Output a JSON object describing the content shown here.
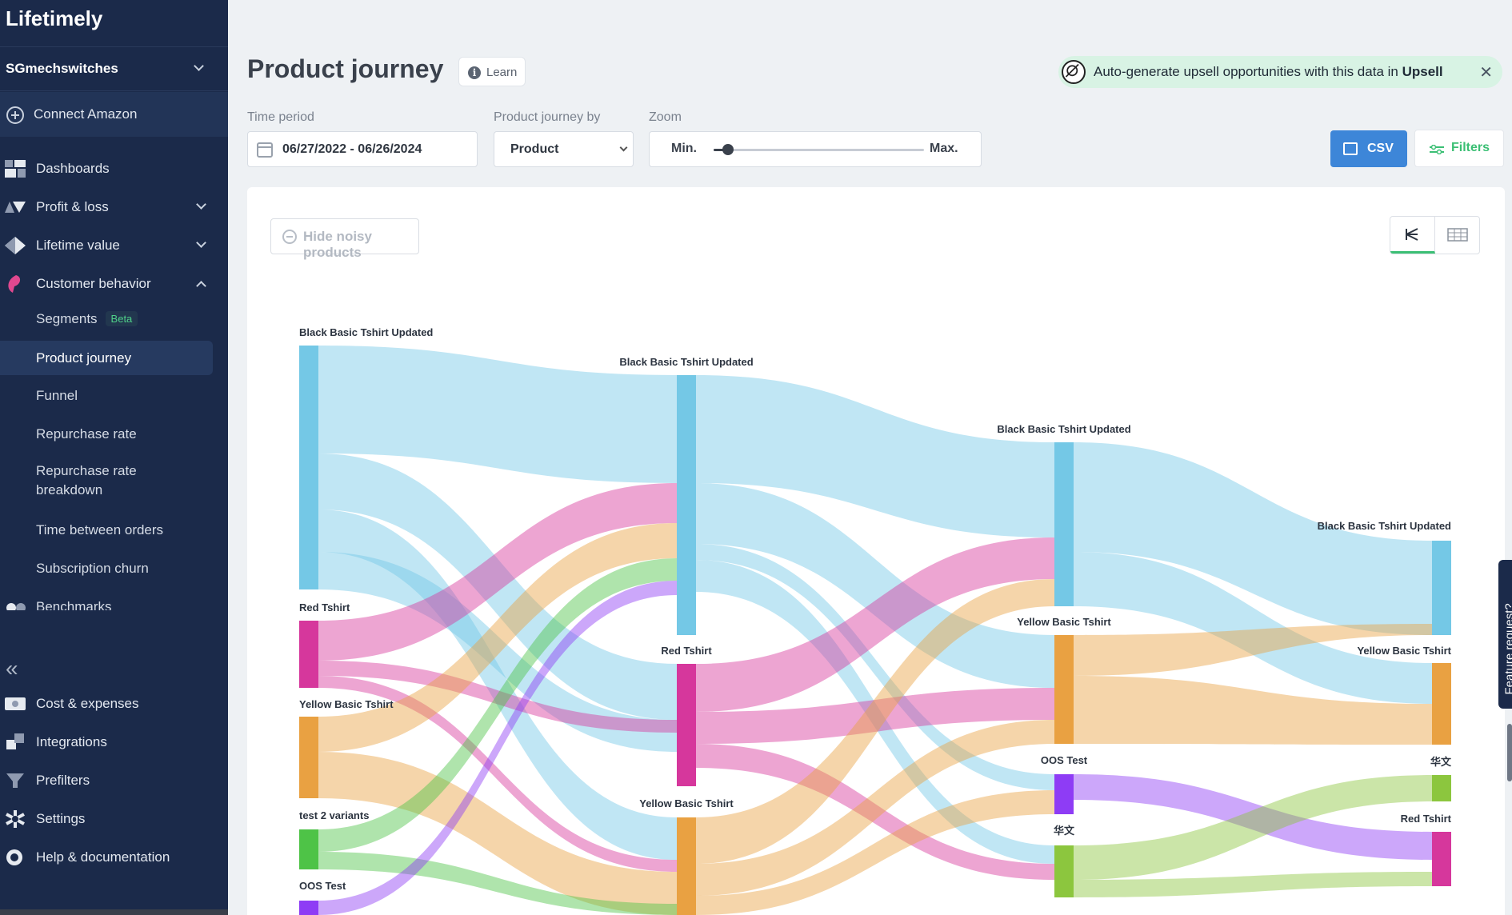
{
  "app": {
    "brand": "Lifetimely",
    "store": "SGmechswitches",
    "connect": "Connect Amazon"
  },
  "sidebar": {
    "nav_top": [
      {
        "label": "Dashboards",
        "icon": "dashboard-icon"
      },
      {
        "label": "Profit & loss",
        "icon": "profit-loss-icon"
      },
      {
        "label": "Lifetime value",
        "icon": "diamond-icon"
      },
      {
        "label": "Customer behavior",
        "icon": "customer-behavior-icon"
      }
    ],
    "customer_behavior_items": [
      {
        "label": "Segments",
        "badge": "Beta"
      },
      {
        "label": "Product journey",
        "active": true
      },
      {
        "label": "Funnel"
      },
      {
        "label": "Repurchase rate"
      },
      {
        "label": "Repurchase rate breakdown"
      },
      {
        "label": "Time between orders"
      },
      {
        "label": "Subscription churn"
      },
      {
        "label": "Benchmarks"
      }
    ],
    "nav_bottom": [
      {
        "label": "Cost & expenses",
        "icon": "cost-icon"
      },
      {
        "label": "Integrations",
        "icon": "integrations-icon"
      },
      {
        "label": "Prefilters",
        "icon": "prefilter-icon"
      },
      {
        "label": "Settings",
        "icon": "gear-icon"
      },
      {
        "label": "Help & documentation",
        "icon": "help-icon"
      }
    ]
  },
  "header": {
    "title": "Product journey",
    "learn": "Learn"
  },
  "upsell": {
    "text": "Auto-generate upsell opportunities with this data in",
    "link": "Upsell"
  },
  "controls": {
    "time_period": {
      "label": "Time period",
      "value": "06/27/2022 - 06/26/2024"
    },
    "journey_by": {
      "label": "Product journey by",
      "value": "Product"
    },
    "zoom": {
      "label": "Zoom",
      "min": "Min.",
      "max": "Max.",
      "level": 0.07
    },
    "csv": "CSV",
    "filters": "Filters"
  },
  "chart": {
    "hide_noisy": "Hide noisy products",
    "columns": [
      [
        {
          "label": "Black Basic Tshirt Updated",
          "color": "#74c8e6"
        },
        {
          "label": "Red Tshirt",
          "color": "#d6379c"
        },
        {
          "label": "Yellow Basic Tshirt",
          "color": "#e9a142"
        },
        {
          "label": "test 2 variants",
          "color": "#4ec347"
        },
        {
          "label": "OOS Test",
          "color": "#8e3cf5"
        }
      ],
      [
        {
          "label": "Black Basic Tshirt Updated",
          "color": "#74c8e6"
        },
        {
          "label": "Red Tshirt",
          "color": "#d6379c"
        },
        {
          "label": "Yellow Basic Tshirt",
          "color": "#e9a142"
        }
      ],
      [
        {
          "label": "Black Basic Tshirt Updated",
          "color": "#74c8e6"
        },
        {
          "label": "Yellow Basic Tshirt",
          "color": "#e9a142"
        },
        {
          "label": "OOS Test",
          "color": "#8e3cf5"
        },
        {
          "label": "华文",
          "color": "#8cc63e"
        }
      ],
      [
        {
          "label": "Black Basic Tshirt Updated",
          "color": "#74c8e6"
        },
        {
          "label": "Yellow Basic Tshirt",
          "color": "#e9a142"
        },
        {
          "label": "华文",
          "color": "#8cc63e"
        },
        {
          "label": "Red Tshirt",
          "color": "#d6379c"
        }
      ]
    ]
  },
  "feature_request": "Feature request?"
}
